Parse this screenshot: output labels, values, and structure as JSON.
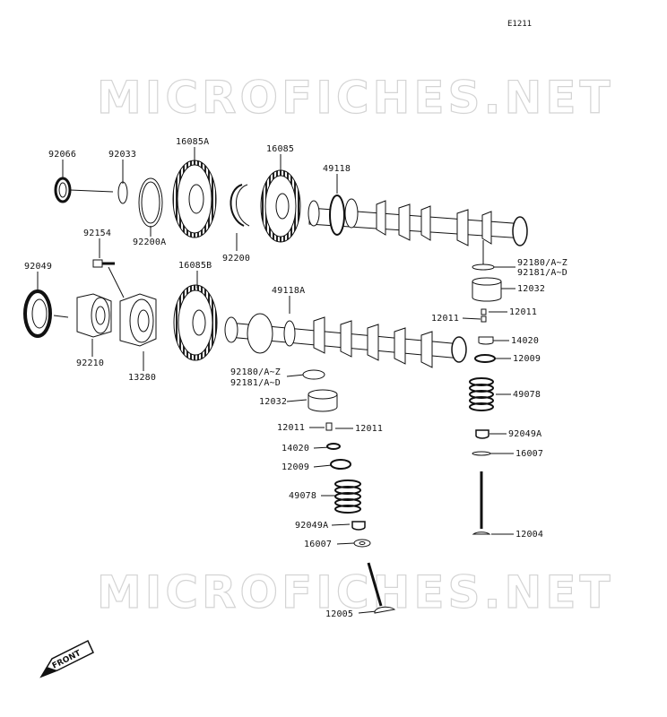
{
  "figure_code": "E1211",
  "watermark": "MICROFICHES.NET",
  "front_marker": "FRONT",
  "parts": [
    {
      "id": "p-92066",
      "label": "92066"
    },
    {
      "id": "p-92033",
      "label": "92033"
    },
    {
      "id": "p-16085A",
      "label": "16085A"
    },
    {
      "id": "p-16085",
      "label": "16085"
    },
    {
      "id": "p-49118",
      "label": "49118"
    },
    {
      "id": "p-92200A",
      "label": "92200A"
    },
    {
      "id": "p-92200",
      "label": "92200"
    },
    {
      "id": "p-92154",
      "label": "92154"
    },
    {
      "id": "p-92049",
      "label": "92049"
    },
    {
      "id": "p-16085B",
      "label": "16085B"
    },
    {
      "id": "p-49118A",
      "label": "49118A"
    },
    {
      "id": "p-92210",
      "label": "92210"
    },
    {
      "id": "p-13280",
      "label": "13280"
    },
    {
      "id": "p-92180-r",
      "label": "92180/A~Z"
    },
    {
      "id": "p-92181-r",
      "label": "92181/A~D"
    },
    {
      "id": "p-12032-r",
      "label": "12032"
    },
    {
      "id": "p-12011-r1",
      "label": "12011"
    },
    {
      "id": "p-12011-r2",
      "label": "12011"
    },
    {
      "id": "p-14020-r",
      "label": "14020"
    },
    {
      "id": "p-12009-r",
      "label": "12009"
    },
    {
      "id": "p-49078-r",
      "label": "49078"
    },
    {
      "id": "p-92049A-r",
      "label": "92049A"
    },
    {
      "id": "p-16007-r",
      "label": "16007"
    },
    {
      "id": "p-12004",
      "label": "12004"
    },
    {
      "id": "p-92180-c",
      "label": "92180/A~Z"
    },
    {
      "id": "p-92181-c",
      "label": "92181/A~D"
    },
    {
      "id": "p-12032-c",
      "label": "12032"
    },
    {
      "id": "p-12011-c1",
      "label": "12011"
    },
    {
      "id": "p-12011-c2",
      "label": "12011"
    },
    {
      "id": "p-14020-c",
      "label": "14020"
    },
    {
      "id": "p-12009-c",
      "label": "12009"
    },
    {
      "id": "p-49078-c",
      "label": "49078"
    },
    {
      "id": "p-92049A-c",
      "label": "92049A"
    },
    {
      "id": "p-16007-c",
      "label": "16007"
    },
    {
      "id": "p-12005",
      "label": "12005"
    }
  ]
}
